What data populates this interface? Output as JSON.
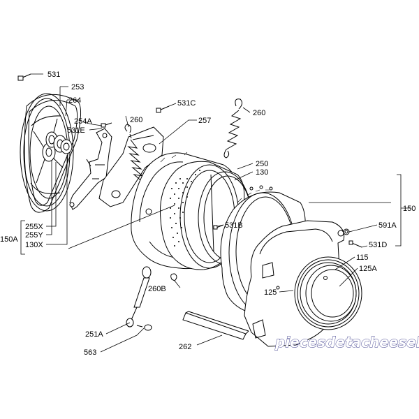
{
  "callouts": {
    "p531": "531",
    "p253": "253",
    "p264": "264",
    "p254a": "254A",
    "p531e": "531E",
    "p260a": "260",
    "p531c": "531C",
    "p260b": "260",
    "p257": "257",
    "p250": "250",
    "p130": "130",
    "p150": "150",
    "p591a": "591A",
    "p531d": "531D",
    "p115": "115",
    "p125a": "125A",
    "p125": "125",
    "p531b": "531B",
    "p255x": "255X",
    "p255y": "255Y",
    "p130x": "130X",
    "p150a": "150A",
    "p260b2": "260B",
    "p251a": "251A",
    "p563": "563",
    "p262": "262"
  },
  "watermark": "piecesdetacheeselec.com"
}
